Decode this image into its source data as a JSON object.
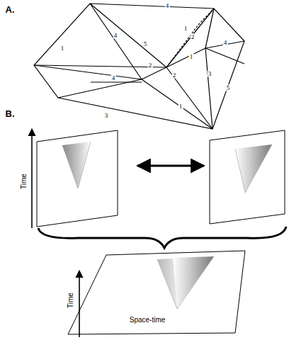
{
  "diagram": {
    "labels": [
      "A.",
      "4",
      "1",
      "4",
      "5",
      "1",
      "2",
      "4",
      "2",
      "2",
      "1",
      "3",
      "4",
      "1",
      "3",
      "5",
      "B.",
      "Time",
      "Time",
      "Space-time"
    ]
  }
}
